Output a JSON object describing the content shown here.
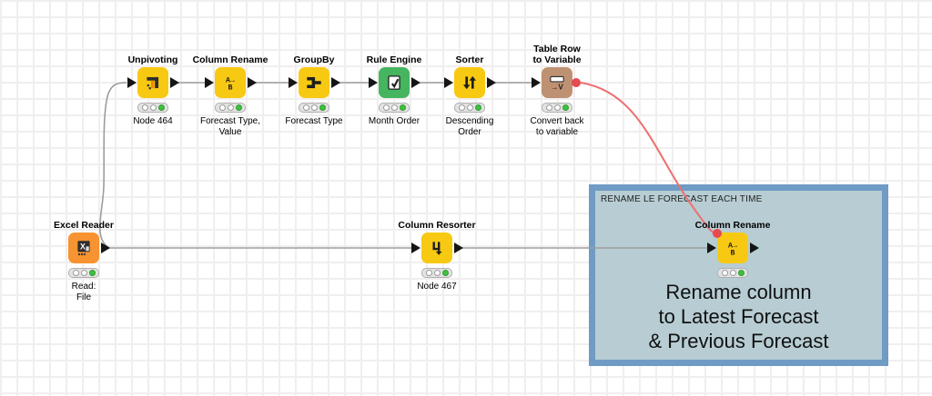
{
  "workflow": {
    "nodes": [
      {
        "id": "unpivoting",
        "title": "Unpivoting",
        "subtitle": "Node 464",
        "color": "#f8c912",
        "status": "executed"
      },
      {
        "id": "column-rename",
        "title": "Column Rename",
        "subtitle": "Forecast Type,\nValue",
        "color": "#f8c912",
        "status": "executed"
      },
      {
        "id": "groupby",
        "title": "GroupBy",
        "subtitle": "Forecast Type",
        "color": "#f8c912",
        "status": "executed"
      },
      {
        "id": "rule-engine",
        "title": "Rule Engine",
        "subtitle": "Month Order",
        "color": "#45b560",
        "status": "executed"
      },
      {
        "id": "sorter",
        "title": "Sorter",
        "subtitle": "Descending\nOrder",
        "color": "#f8c912",
        "status": "executed"
      },
      {
        "id": "table-row-to-variable",
        "title": "Table Row\nto Variable",
        "subtitle": "Convert back\nto variable",
        "color": "#bf9173",
        "status": "executed"
      },
      {
        "id": "excel-reader",
        "title": "Excel Reader",
        "subtitle": "Read:\nFile",
        "color": "#f79330",
        "status": "executed"
      },
      {
        "id": "column-resorter",
        "title": "Column Resorter",
        "subtitle": "Node 467",
        "color": "#f8c912",
        "status": "executed"
      },
      {
        "id": "column-rename-2",
        "title": "Column Rename",
        "subtitle": "",
        "color": "#f8c912",
        "status": "executed"
      }
    ],
    "connections": [
      {
        "from": "Excel Reader",
        "to": "Unpivoting",
        "type": "data"
      },
      {
        "from": "Excel Reader",
        "to": "Column Resorter",
        "type": "data"
      },
      {
        "from": "Unpivoting",
        "to": "Column Rename",
        "type": "data"
      },
      {
        "from": "Column Rename",
        "to": "GroupBy",
        "type": "data"
      },
      {
        "from": "GroupBy",
        "to": "Rule Engine",
        "type": "data"
      },
      {
        "from": "Rule Engine",
        "to": "Sorter",
        "type": "data"
      },
      {
        "from": "Sorter",
        "to": "Table Row to Variable",
        "type": "data"
      },
      {
        "from": "Column Resorter",
        "to": "Column Rename (2)",
        "type": "data"
      },
      {
        "from": "Table Row to Variable",
        "to": "Column Rename (2)",
        "type": "flow-variable"
      }
    ],
    "annotation": {
      "title": "RENAME LE FORECAST EACH TIME",
      "body": "Rename column\nto Latest Forecast\n& Previous Forecast",
      "border_color": "#6f9bc5",
      "fill_color": "#b7cdd3"
    },
    "colors": {
      "node_yellow": "#f8c912",
      "node_green": "#45b560",
      "node_brown": "#bf9173",
      "node_orange": "#f79330",
      "wire_gray": "#9d9d9d",
      "wire_flow_variable_red": "#ec7070",
      "flow_variable_port_red": "#e64b50",
      "status_green": "#3fc13f",
      "grid_line": "#f1eeef"
    }
  }
}
